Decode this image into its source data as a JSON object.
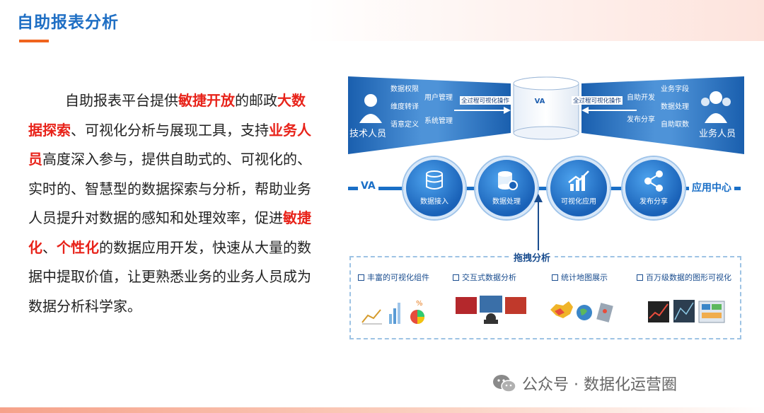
{
  "slide": {
    "title": "自助报表分析"
  },
  "paragraph": [
    {
      "text": "自助报表平台提供",
      "highlight": false
    },
    {
      "text": "敏捷开放",
      "highlight": true
    },
    {
      "text": "的邮政",
      "highlight": false
    },
    {
      "text": "大数据探索",
      "highlight": true
    },
    {
      "text": "、可视化分析与展现工具，支持",
      "highlight": false
    },
    {
      "text": "业务人员",
      "highlight": true
    },
    {
      "text": "高度深入参与，提供自助式的、可视化的、实时的、智慧型的数据探索与分析，帮助业务人员提升对数据的感知和处理效率，促进",
      "highlight": false
    },
    {
      "text": "敏捷化",
      "highlight": true
    },
    {
      "text": "、",
      "highlight": false
    },
    {
      "text": "个性化",
      "highlight": true
    },
    {
      "text": "的数据应用开发，快速从大量的数据中提取价值，让更熟悉业务的业务人员成为数据分析科学家。",
      "highlight": false
    }
  ],
  "diagram": {
    "center_label": "VA",
    "left_role": "技术人员",
    "left_items_col1": [
      "数据权限",
      "维度转译",
      "语意定义"
    ],
    "left_items_col2": [
      "用户管理",
      "系统管理"
    ],
    "left_arrow": "全过程可视化操作",
    "right_arrow": "全过程可视化操作",
    "right_items_col1": [
      "自助开发",
      "发布分享"
    ],
    "right_items_col2": [
      "业务字段",
      "数据处理",
      "自助取数"
    ],
    "right_role": "业务人员",
    "flow_start": "VA",
    "flow_end": "应用中心",
    "nodes": [
      "数据接入",
      "数据处理",
      "可视化应用",
      "发布分享"
    ],
    "drag_title": "拖拽分析",
    "features": [
      "丰富的可视化组件",
      "交互式数据分析",
      "统计地图展示",
      "百万级数据的图形可视化"
    ]
  },
  "watermark": {
    "text": "公众号 · 数据化运营圈"
  },
  "colors": {
    "title": "#1f6fc4",
    "highlight": "#e8231a",
    "accent_orange": "#f0641e",
    "diagram_blue": "#1a6fc7"
  }
}
